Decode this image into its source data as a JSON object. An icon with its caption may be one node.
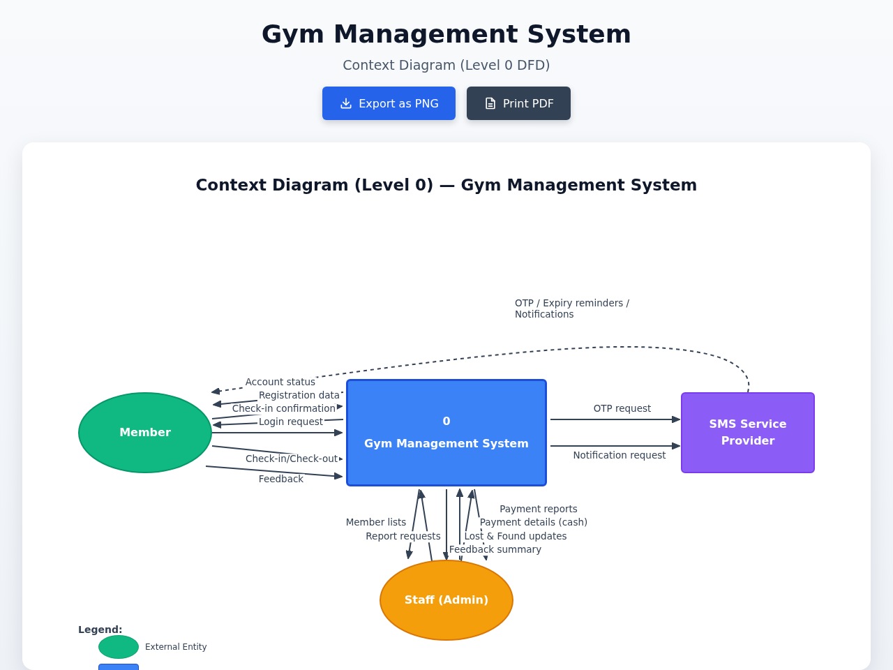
{
  "diagram": {
    "title": "Gym Management System",
    "nodes": [
      {
        "text": [
          "Member"
        ]
      },
      {
        "text": [
          "0",
          "Gym Management System"
        ]
      },
      {
        "text": [
          "SMS Service Provider"
        ]
      },
      {
        "text": [
          "Staff (Admin)"
        ]
      }
    ],
    "edges": [
      {
        "from": 1,
        "to": 0,
        "arrow": "to",
        "label": "Account status"
      },
      {
        "from": 0,
        "to": 1,
        "arrow": "to",
        "label": "Registration data"
      },
      {
        "from": 1,
        "to": 0,
        "arrow": "to",
        "label": "Check-in confirmation"
      },
      {
        "from": 0,
        "to": 1,
        "arrow": "to",
        "label": "Login request"
      },
      {
        "from": 0,
        "to": 1,
        "arrow": "to",
        "label": "Check-in/Check-out"
      },
      {
        "from": 0,
        "to": 1,
        "arrow": "to",
        "label": "Feedback"
      },
      {
        "from": 1,
        "to": 3,
        "arrow": "to",
        "label": "Member lists"
      },
      {
        "from": 3,
        "to": 1,
        "arrow": "to",
        "label": "Report requests"
      },
      {
        "from": 3,
        "to": 1,
        "arrow": "to",
        "label": "Lost & Found updates"
      },
      {
        "from": 1,
        "to": 3,
        "arrow": "to",
        "label": "Feedback summary"
      },
      {
        "from": 3,
        "to": 1,
        "arrow": "to",
        "label": "Payment details (cash)"
      },
      {
        "from": 1,
        "to": 3,
        "arrow": "to",
        "label": "Payment reports"
      },
      {
        "from": 1,
        "to": 2,
        "arrow": "to",
        "label": "OTP request"
      },
      {
        "from": 1,
        "to": 2,
        "arrow": "to",
        "label": "Notification request"
      },
      {
        "from": 2,
        "to": 0,
        "arrow": "to",
        "label": "OTP / Expiry reminders / Notifications",
        "style": "dashed"
      }
    ],
    "labels": [
      "Context Diagram (Level 0 DFD)",
      "Export as PNG",
      "Print PDF",
      "Context Diagram (Level 0) — Gym Management System",
      "Legend:"
    ],
    "legend": [
      {
        "text": "External Entity",
        "color": "#10b981"
      }
    ]
  }
}
